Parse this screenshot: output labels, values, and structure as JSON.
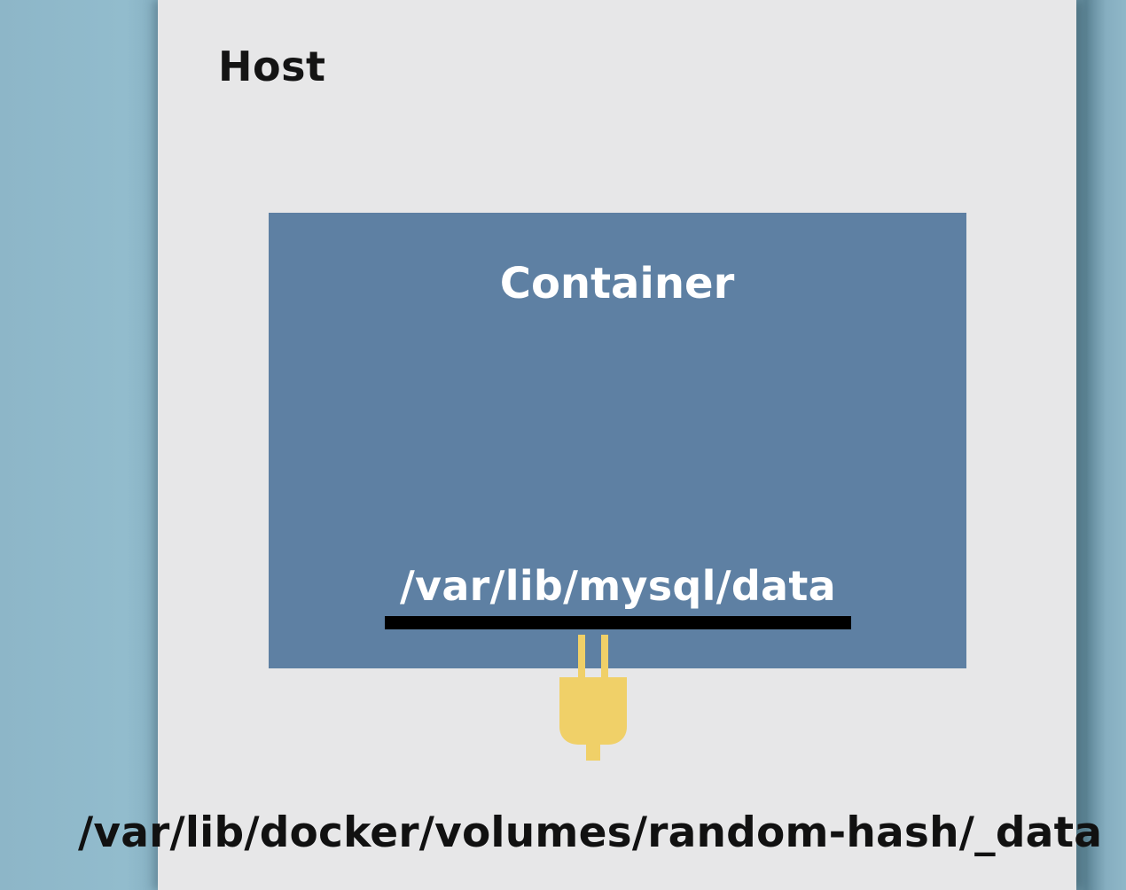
{
  "host": {
    "title": "Host",
    "path": "/var/lib/docker/volumes/random-hash/_data"
  },
  "container": {
    "title": "Container",
    "path": "/var/lib/mysql/data"
  },
  "connector": {
    "icon": "plug-icon",
    "color": "#f0d068"
  },
  "colors": {
    "background": "#8fb8c9",
    "host_panel": "#e7e7e8",
    "container": "#5e80a3",
    "mount_bar": "#000000"
  }
}
